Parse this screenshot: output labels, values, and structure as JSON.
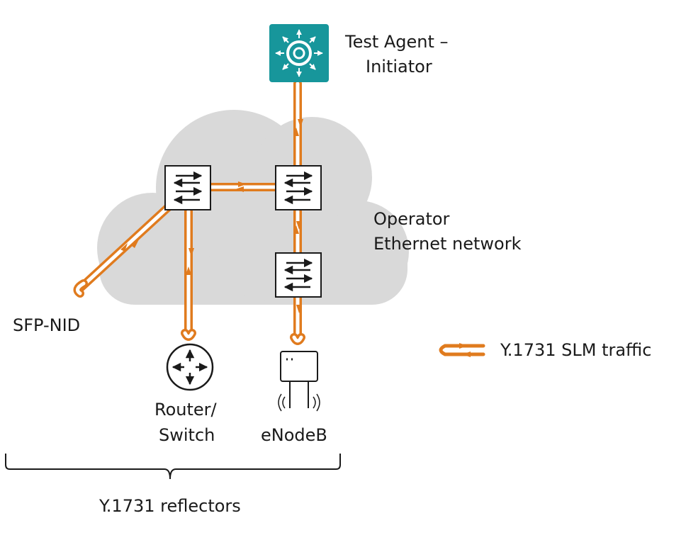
{
  "labels": {
    "test_agent_line1": "Test Agent –",
    "test_agent_line2": "Initiator",
    "network_line1": "Operator",
    "network_line2": "Ethernet network",
    "sfp_nid": "SFP-NID",
    "router_line1": "Router/",
    "router_line2": "Switch",
    "enodeb": "eNodeB",
    "legend": "Y.1731 SLM traffic",
    "reflectors": "Y.1731 reflectors"
  },
  "icons": {
    "test_agent": "test-agent-icon",
    "switch": "ethernet-switch-icon",
    "router": "router-icon",
    "enodeb": "enodeb-icon",
    "sfp": "sfp-nid-loop"
  },
  "colors": {
    "traffic": "#e07b1e",
    "cloud": "#d9d9d9",
    "test_agent": "#17969b",
    "text": "#1a1a1a"
  }
}
